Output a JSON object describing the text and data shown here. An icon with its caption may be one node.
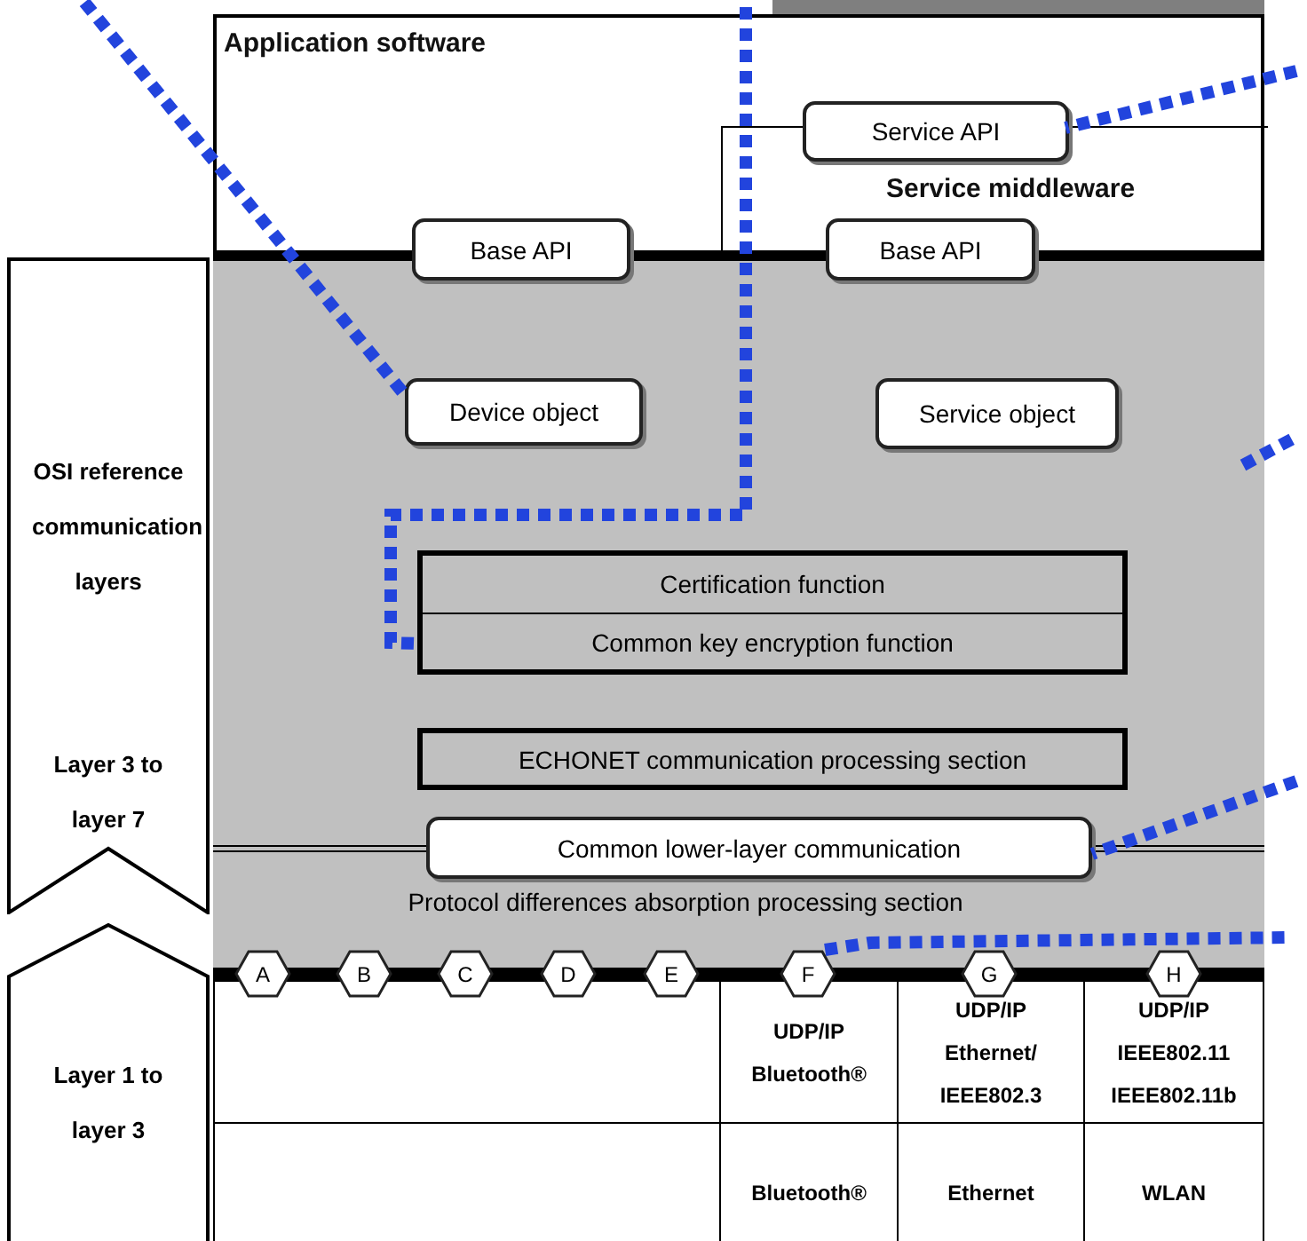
{
  "diagram": {
    "nodes": [
      {
        "text": [
          "Application software"
        ]
      },
      {
        "text": [
          "Service API"
        ],
        "in": 0
      },
      {
        "text": [
          "Service middleware"
        ],
        "in": 0
      },
      {
        "text": [
          "Base API"
        ]
      },
      {
        "text": [
          "Base API"
        ]
      },
      {
        "text": [],
        "shape": "box"
      },
      {
        "text": [
          "Device object"
        ],
        "in": 5
      },
      {
        "text": [
          "Service object"
        ],
        "in": 5
      },
      {
        "text": [
          "Certification function"
        ],
        "in": 5
      },
      {
        "text": [
          "Common key encryption function"
        ],
        "in": 5
      },
      {
        "text": [
          "ECHONET communication processing section"
        ],
        "in": 5
      },
      {
        "text": [
          "Common lower-layer communication"
        ]
      },
      {
        "text": [
          "Protocol differences absorption processing section"
        ]
      },
      {
        "text": [
          "A"
        ]
      },
      {
        "text": [
          "B"
        ]
      },
      {
        "text": [
          "C"
        ]
      },
      {
        "text": [
          "D"
        ]
      },
      {
        "text": [
          "E"
        ]
      },
      {
        "text": [
          "F"
        ]
      },
      {
        "text": [
          "G"
        ]
      },
      {
        "text": [
          "H"
        ]
      },
      {
        "text": [],
        "shape": "box"
      },
      {
        "text": [
          "UDP/IP Bluetooth®"
        ]
      },
      {
        "text": [
          "UDP/IP Ethernet/ IEEE802.3"
        ]
      },
      {
        "text": [
          "UDP/IP IEEE802.11 IEEE802.11b"
        ]
      },
      {
        "text": [],
        "shape": "box"
      },
      {
        "text": [
          "Bluetooth®"
        ]
      },
      {
        "text": [
          "Ethernet"
        ]
      },
      {
        "text": [
          "WLAN"
        ]
      },
      {
        "text": [
          "OSI reference communication layers",
          "Layer 3 to layer 7"
        ]
      },
      {
        "text": [
          "Layer 1 to layer 3"
        ]
      }
    ],
    "edges": [
      {
        "from": null,
        "to": 6,
        "arrow": "none"
      },
      {
        "from": null,
        "to": 9,
        "arrow": "none"
      },
      {
        "from": null,
        "to": 1,
        "arrow": "none"
      },
      {
        "from": null,
        "to": 11,
        "arrow": "none"
      },
      {
        "from": 18,
        "to": null,
        "arrow": "none"
      }
    ]
  }
}
